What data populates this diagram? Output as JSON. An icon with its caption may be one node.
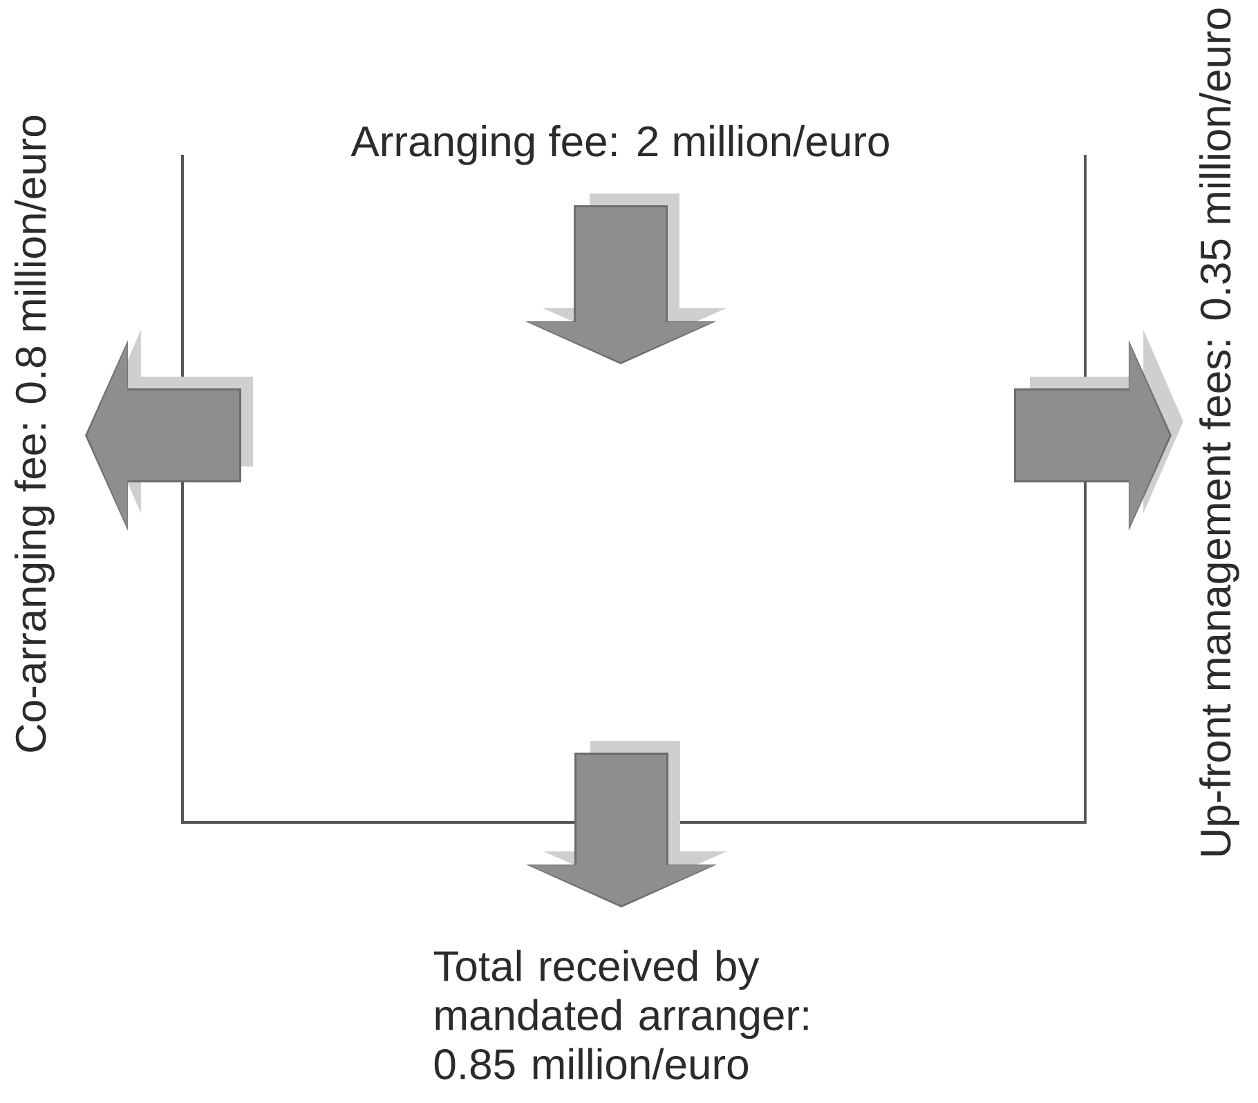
{
  "diagram": {
    "labels": [
      "Arranging fee: 2 million/euro",
      "Co-arranging fee: 0.8 million/euro",
      "Up-front management fees: 0.35 million/euro",
      "Total received by mandated arranger: 0.85 million/euro"
    ]
  }
}
